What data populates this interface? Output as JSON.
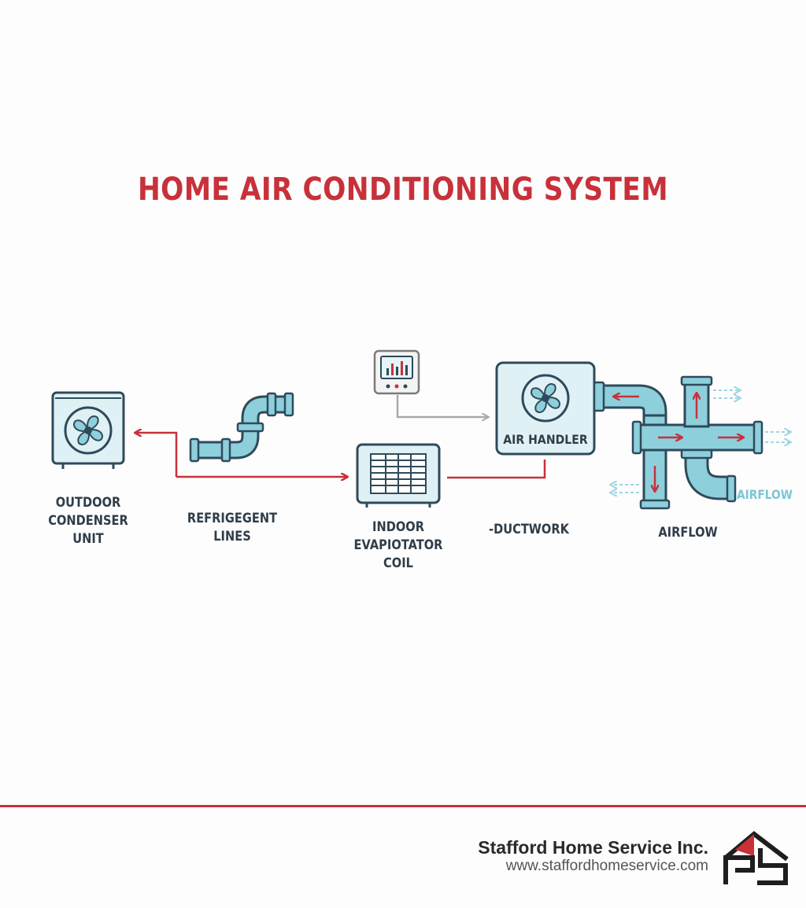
{
  "diagram": {
    "title": "HOME AIR CONDITIONING SYSTEM",
    "labels": {
      "outdoor_unit": "OUTDOOR\nCONDENSER\nUNIT",
      "refrigerant_lines": "REFRIGEGENT\nLINES",
      "evaporator_coil": "INDOOR\nEVAPIOTATOR\nCOIL",
      "ductwork": "-DUCTWORK",
      "air_handler": "AIR HANDLER",
      "airflow_bottom": "AIRFLOW",
      "airflow_side": "AIRFLOW"
    },
    "components": [
      "outdoor-unit",
      "refrigerant-pipe",
      "thermostat",
      "evaporator-coil",
      "air-handler",
      "duct-junction"
    ]
  },
  "colors": {
    "accent_red": "#c8313a",
    "pipe_fill": "#8ecfdc",
    "unit_fill": "#dff1f5",
    "outline": "#2f4a5a",
    "signal_gray": "#a9a9a9",
    "airflow_blue": "#7cc6d6"
  },
  "footer": {
    "company": "Stafford Home Service Inc.",
    "website": "www.staffordhomeservice.com",
    "logo_icon": "house-logo-icon"
  }
}
